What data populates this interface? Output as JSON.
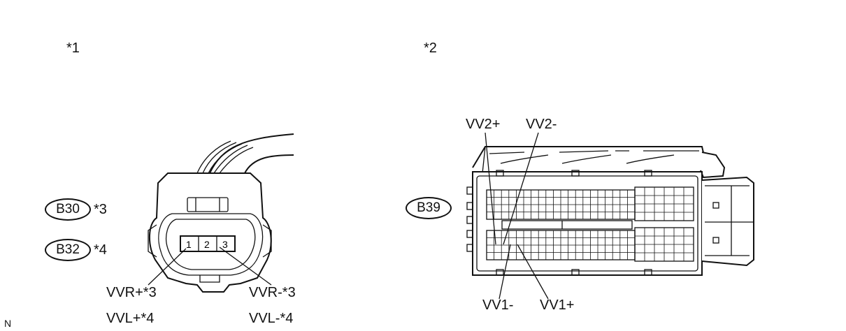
{
  "figure_labels": {
    "left": "*1",
    "right": "*2"
  },
  "left_connector": {
    "codes": [
      {
        "code": "B30",
        "note": "*3"
      },
      {
        "code": "B32",
        "note": "*4"
      }
    ],
    "pins": [
      "1",
      "2",
      "3"
    ],
    "terminals": {
      "pin1_a": "VVR+*3",
      "pin1_b": "VVL+*4",
      "pin3_a": "VVR-*3",
      "pin3_b": "VVL-*4"
    }
  },
  "right_connector": {
    "code": "B39",
    "terminals_top": [
      "VV2+",
      "VV2-"
    ],
    "terminals_bottom": [
      "VV1-",
      "VV1+"
    ]
  },
  "corner_mark": "N"
}
